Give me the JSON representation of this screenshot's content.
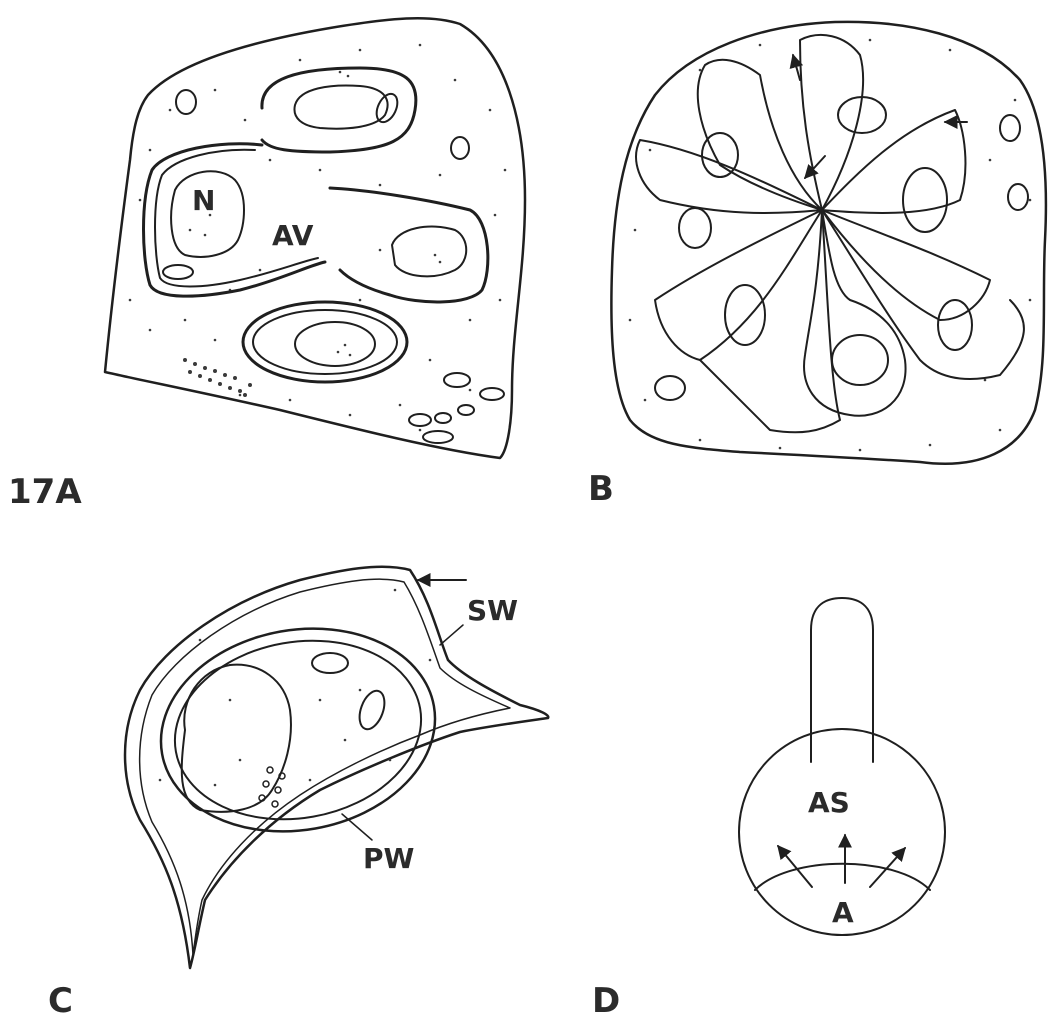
{
  "figure": {
    "panels": {
      "a": {
        "label": "17A",
        "nucleus_label": "N",
        "vesicle_label": "AV"
      },
      "b": {
        "label": "B"
      },
      "c": {
        "label": "C",
        "secondary_wall_label": "SW",
        "primary_wall_label": "PW"
      },
      "d": {
        "label": "D",
        "apical_label": "AS",
        "base_label": "A"
      }
    }
  }
}
